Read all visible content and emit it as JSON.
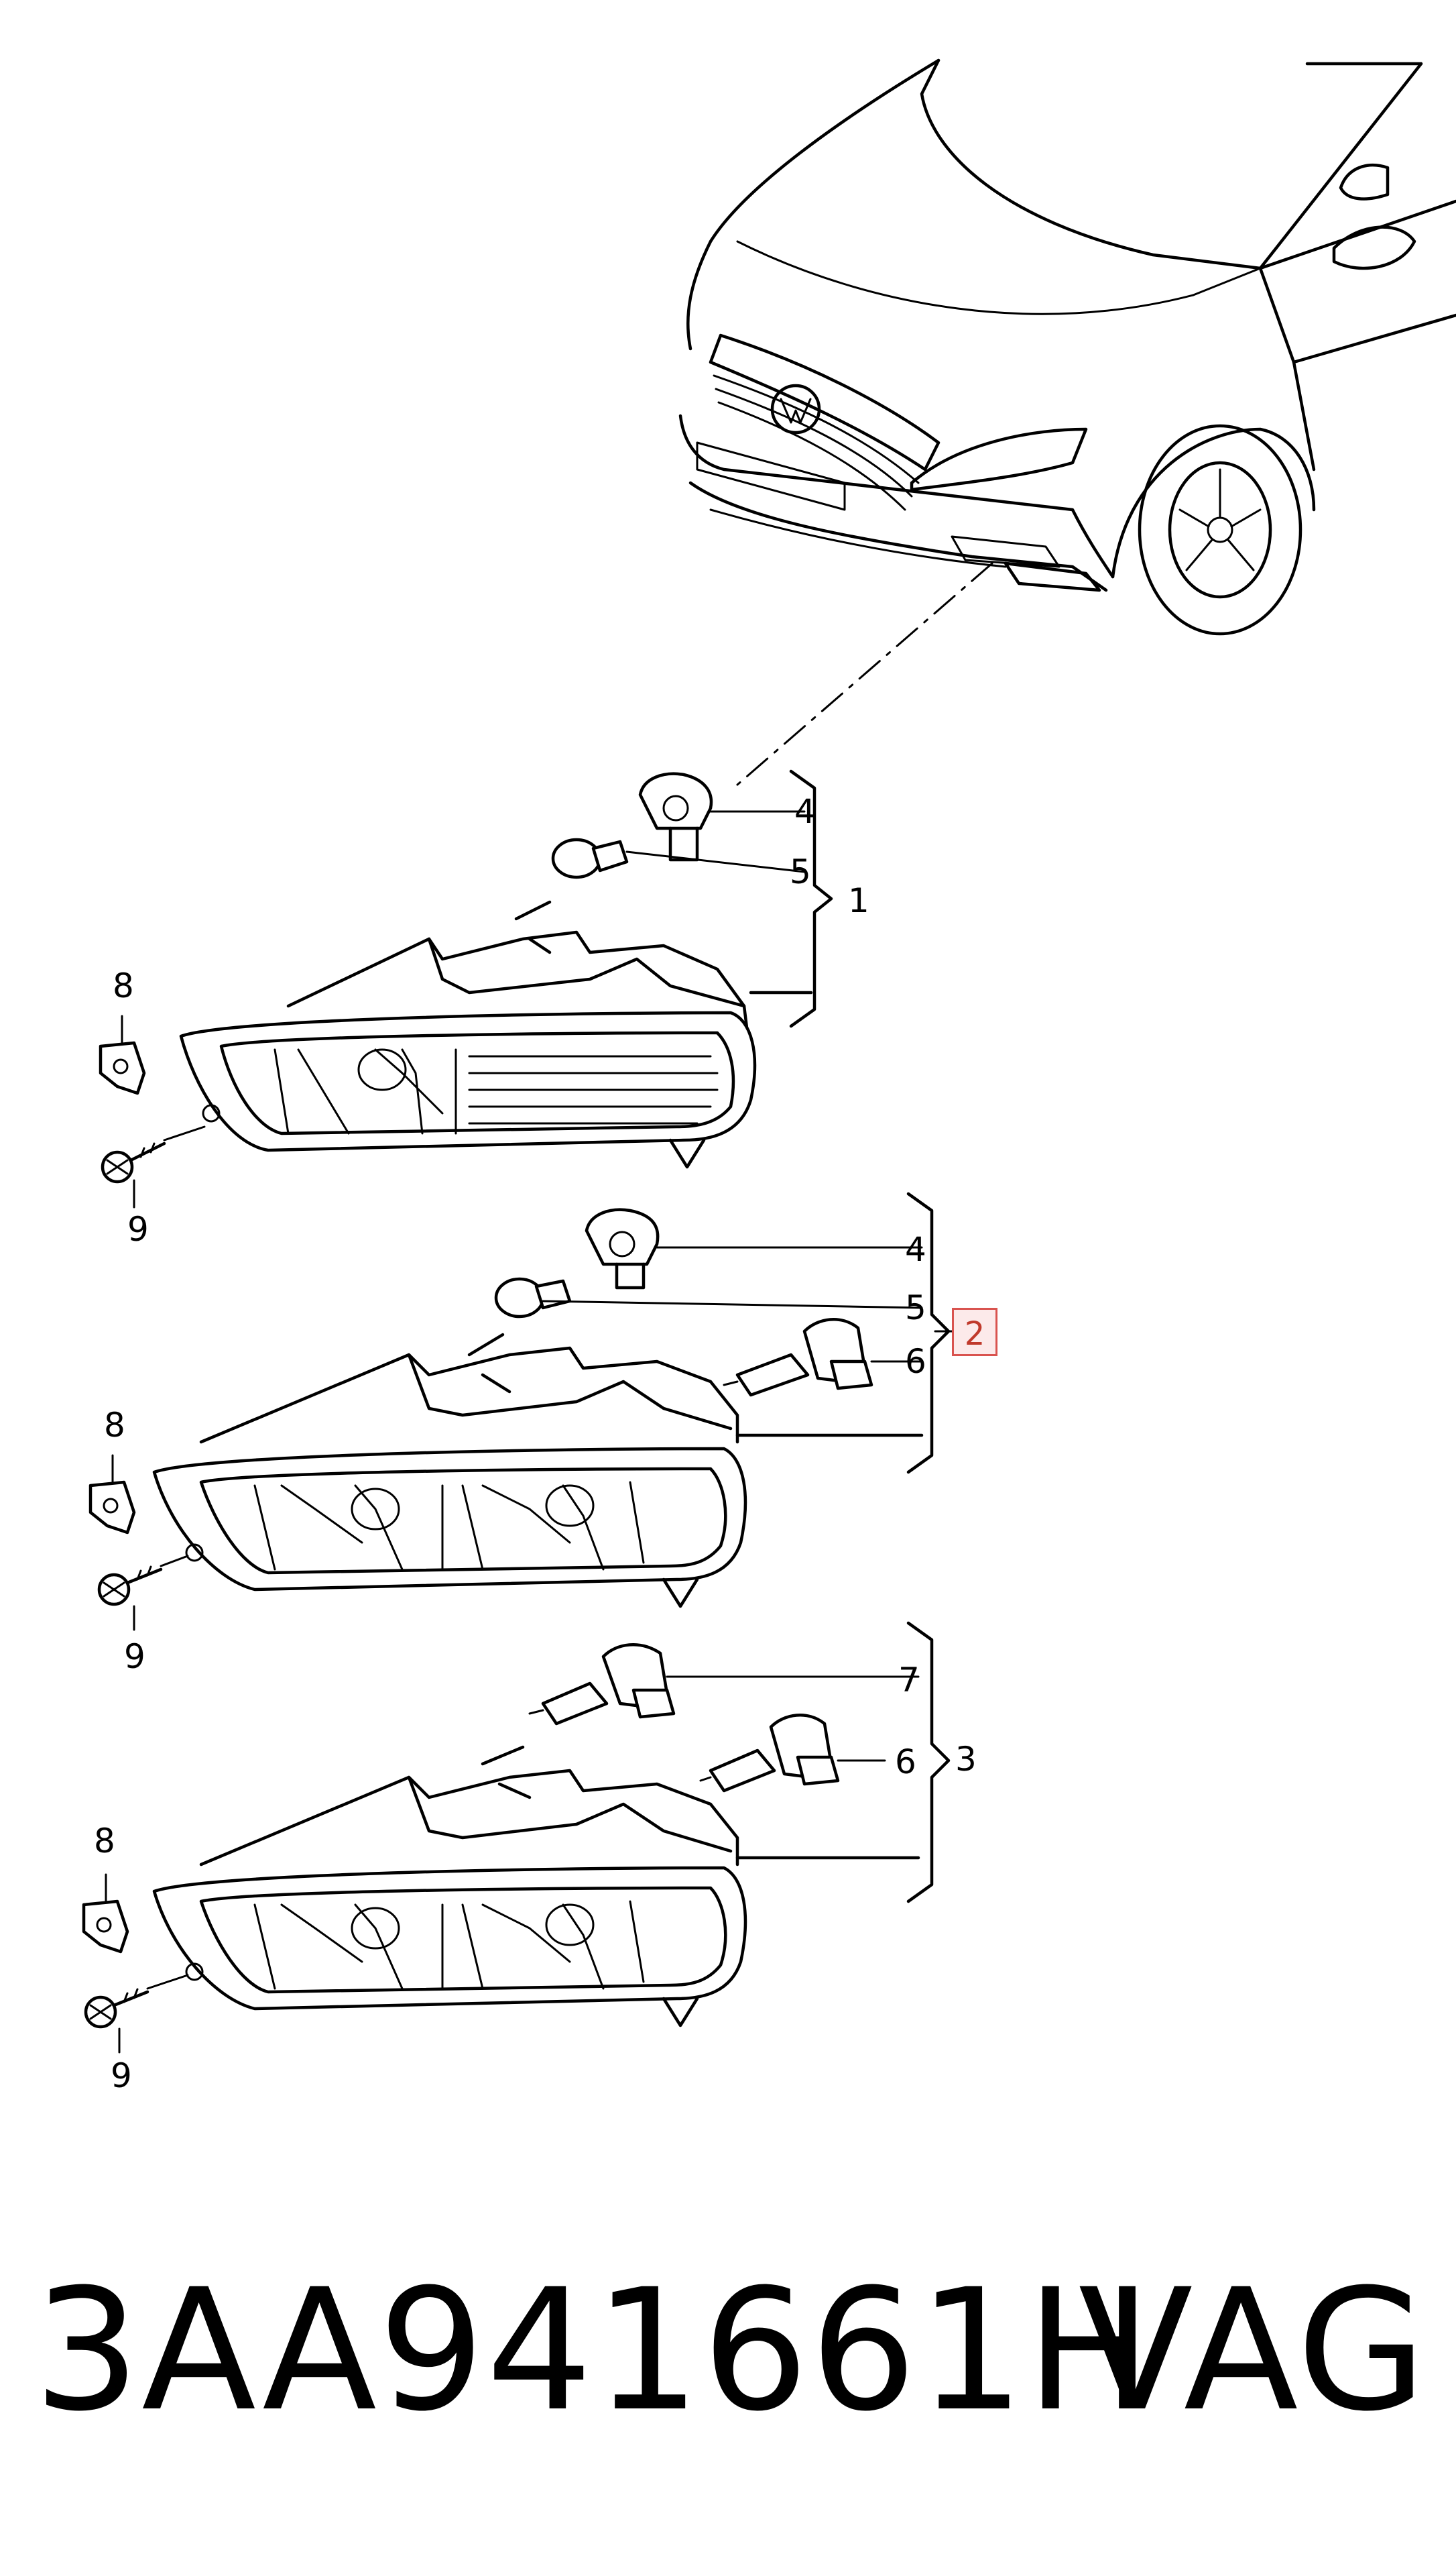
{
  "callouts": {
    "c1": "1",
    "c2": "2",
    "c3": "3",
    "c4_a": "4",
    "c5_a": "5",
    "c8_a": "8",
    "c9_a": "9",
    "c4_b": "4",
    "c5_b": "5",
    "c6_b": "6",
    "c8_b": "8",
    "c9_b": "9",
    "c7_c": "7",
    "c6_c": "6",
    "c8_c": "8",
    "c9_c": "9"
  },
  "footer": {
    "part_number": "3AA941661H",
    "brand": "VAG"
  },
  "colors": {
    "line": "#000000",
    "highlight_border": "#d9534f",
    "highlight_text": "#c0392b"
  }
}
